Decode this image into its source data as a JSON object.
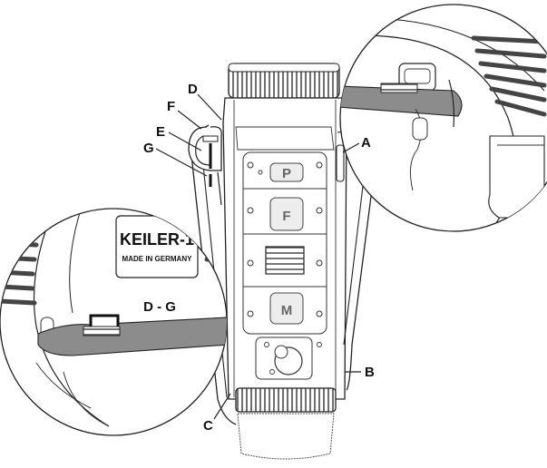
{
  "callouts": {
    "a": "A",
    "b": "B",
    "c": "C",
    "d": "D",
    "e": "E",
    "f": "F",
    "g": "G"
  },
  "buttons": {
    "p": "P",
    "f": "F",
    "m": "M"
  },
  "device_label": {
    "model": "KEILER-1",
    "origin": "MADE IN GERMANY"
  },
  "detail_caption": "D - G",
  "colors": {
    "strap": "#8c8c8c",
    "outline": "#222222",
    "body": "#ffffff",
    "button_fill": "#ededed"
  }
}
